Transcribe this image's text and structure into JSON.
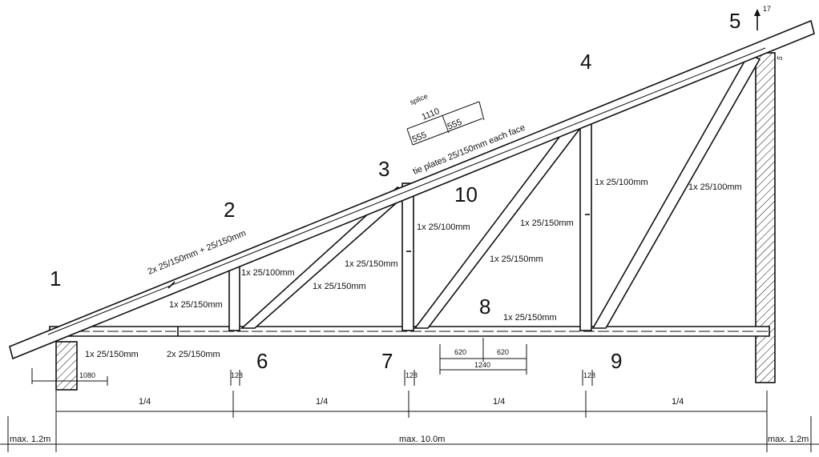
{
  "nodes": [
    "1",
    "2",
    "3",
    "4",
    "5",
    "6",
    "7",
    "8",
    "9",
    "10"
  ],
  "labels": {
    "rafter": "2x 25/150mm + 25/150mm",
    "tie_plates": "tie plates 25/150mm each face",
    "splice": "splice",
    "splice_total": "1110",
    "splice_half_left": "555",
    "splice_half_right": "555",
    "post_6_upper": "1x 25/100mm",
    "post_6_lower": "1x 25/150mm",
    "diag_6_3_upper": "1x 25/150mm",
    "diag_6_3_lower": "1x 25/150mm",
    "post_7": "1x 25/100mm",
    "diag_7_4_upper": "1x 25/150mm",
    "diag_7_4_lower": "1x 25/150mm",
    "post_9": "1x 25/100mm",
    "diag_9_5": "1x 25/100mm",
    "chord_right": "1x 25/150mm",
    "chord_left": "1x 25/150mm",
    "chord_mid": "2x 25/150mm",
    "support_dim": "1080",
    "member_width_1": "128",
    "member_width_2": "128",
    "member_width_3": "128",
    "half_left": "620",
    "half_right": "620",
    "bottom_splice": "1240",
    "quarter_1": "1/4",
    "quarter_2": "1/4",
    "quarter_3": "1/4",
    "quarter_4": "1/4",
    "overhang_left": "max. 1.2m",
    "span": "max. 10.0m",
    "overhang_right": "max. 1.2m",
    "top_offset": "17",
    "ridge_offset": "5"
  },
  "colors": {
    "line": "#111111",
    "background": "#ffffff"
  }
}
